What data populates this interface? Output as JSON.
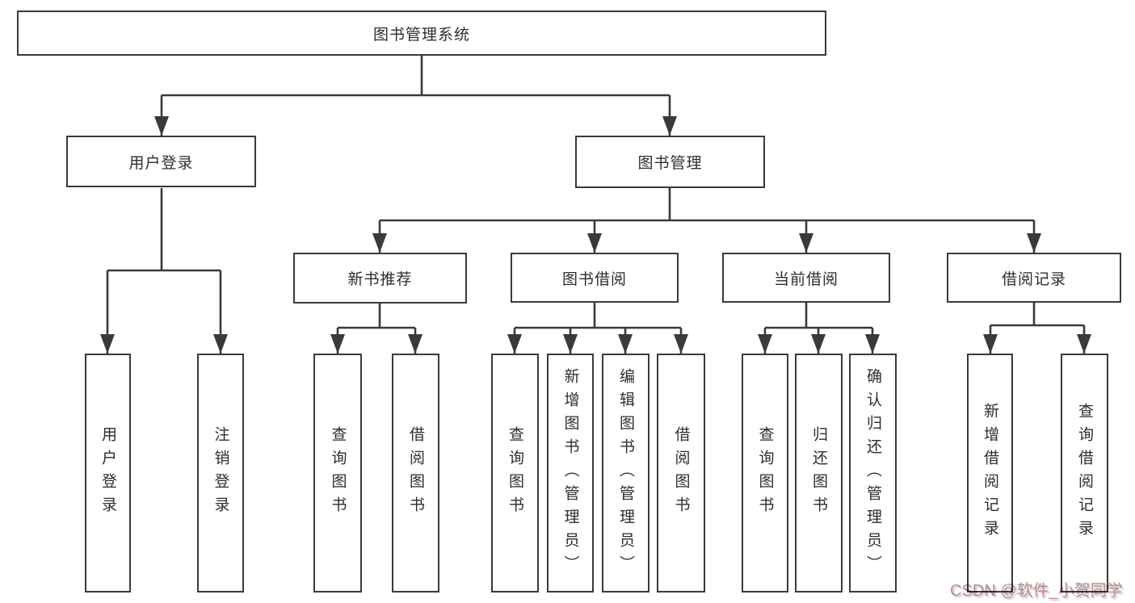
{
  "diagram_title": "图书管理系统",
  "tree": {
    "label": "图书管理系统",
    "children": [
      {
        "label": "用户登录",
        "children": [
          {
            "label": "用户登录"
          },
          {
            "label": "注销登录"
          }
        ]
      },
      {
        "label": "图书管理",
        "children": [
          {
            "label": "新书推荐",
            "children": [
              {
                "label": "查询图书"
              },
              {
                "label": "借阅图书"
              }
            ]
          },
          {
            "label": "图书借阅",
            "children": [
              {
                "label": "查询图书"
              },
              {
                "label": "新增图书（管理员）"
              },
              {
                "label": "编辑图书（管理员）"
              },
              {
                "label": "借阅图书"
              }
            ]
          },
          {
            "label": "当前借阅",
            "children": [
              {
                "label": "查询图书"
              },
              {
                "label": "归还图书"
              },
              {
                "label": "确认归还（管理员）"
              }
            ]
          },
          {
            "label": "借阅记录",
            "children": [
              {
                "label": "新增借阅记录"
              },
              {
                "label": "查询借阅记录"
              }
            ]
          }
        ]
      }
    ]
  },
  "watermark": "CSDN @软件_小贺同学",
  "colors": {
    "line": "#3a3a3a",
    "box_border": "#3a3a3a",
    "text": "#2d2d2d",
    "background": "#ffffff",
    "watermark_gray": "#808080",
    "watermark_shadow_red": "#ee6e6e"
  }
}
